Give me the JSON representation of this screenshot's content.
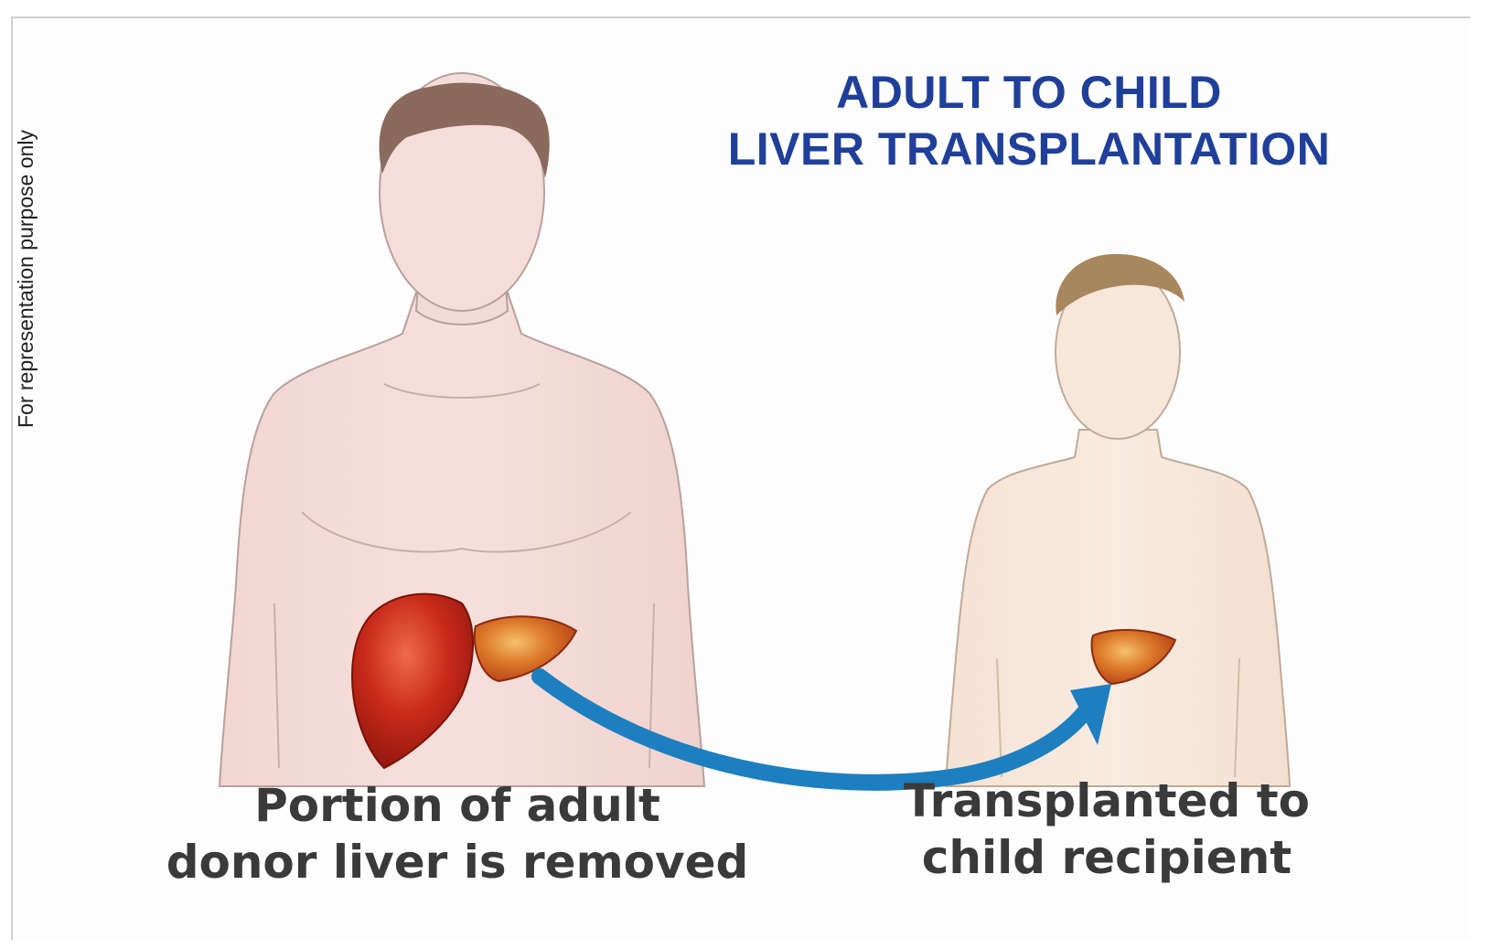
{
  "side_note": "For representation purpose only",
  "title": {
    "line1": "ADULT TO CHILD",
    "line2": "LIVER TRANSPLANTATION"
  },
  "captions": {
    "donor": {
      "line1": "Portion of adult",
      "line2": "donor liver is removed"
    },
    "recipient": {
      "line1": "Transplanted to",
      "line2": "child recipient"
    }
  },
  "colors": {
    "title": "#1f3f9a",
    "skin_adult": "#f4dcd8",
    "skin_child": "#f6e7dc",
    "hair_adult": "#8a6a5c",
    "hair_child": "#a8865e",
    "liver": "#c0281a",
    "arrow": "#1d7fc0"
  }
}
